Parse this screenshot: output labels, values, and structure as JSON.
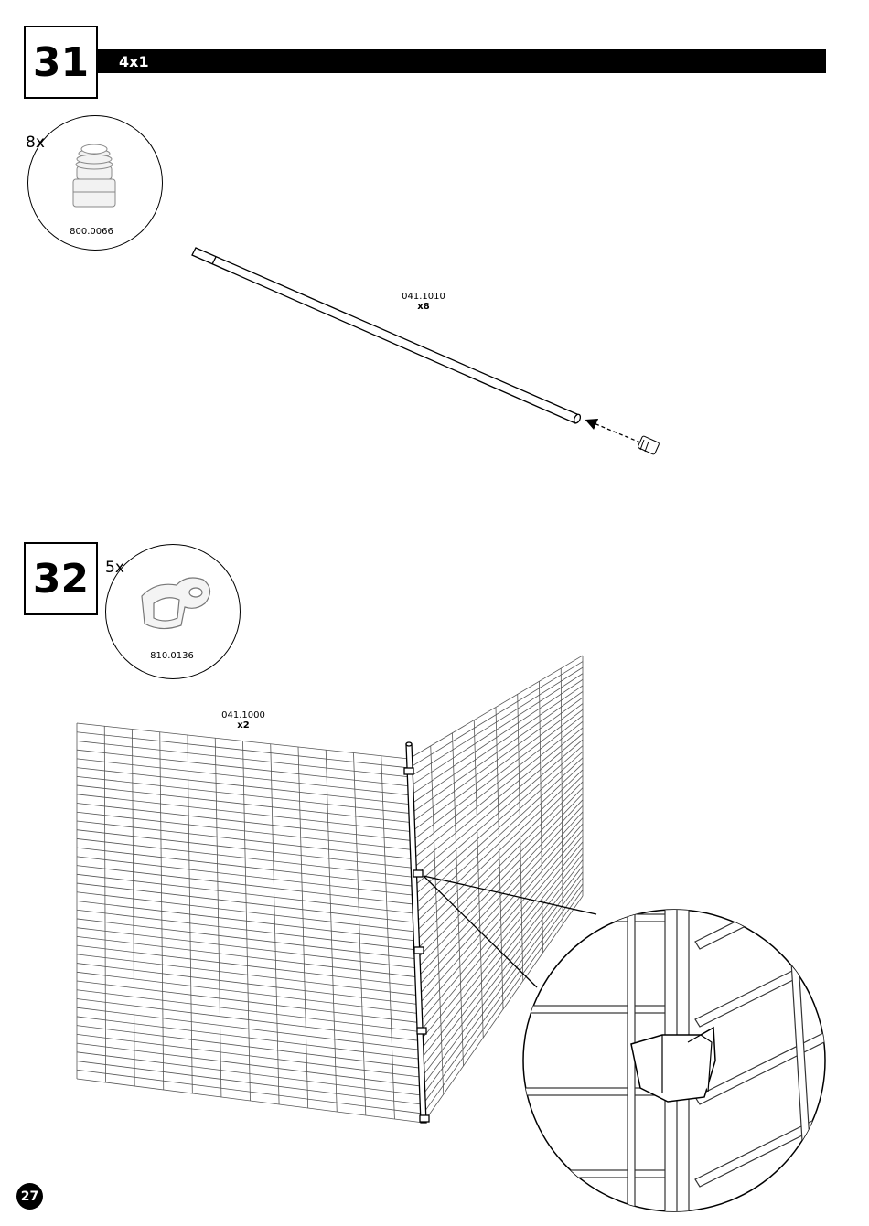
{
  "step31": {
    "number": "31",
    "bar_text": "4x1",
    "part": {
      "quantity": "8x",
      "code": "800.0066"
    },
    "rod": {
      "code": "041.1010",
      "quantity": "x8"
    }
  },
  "step32": {
    "number": "32",
    "part": {
      "quantity": "5x",
      "code": "810.0136"
    },
    "panel": {
      "code": "041.1000",
      "quantity": "x2"
    }
  },
  "page": {
    "number": "27"
  }
}
